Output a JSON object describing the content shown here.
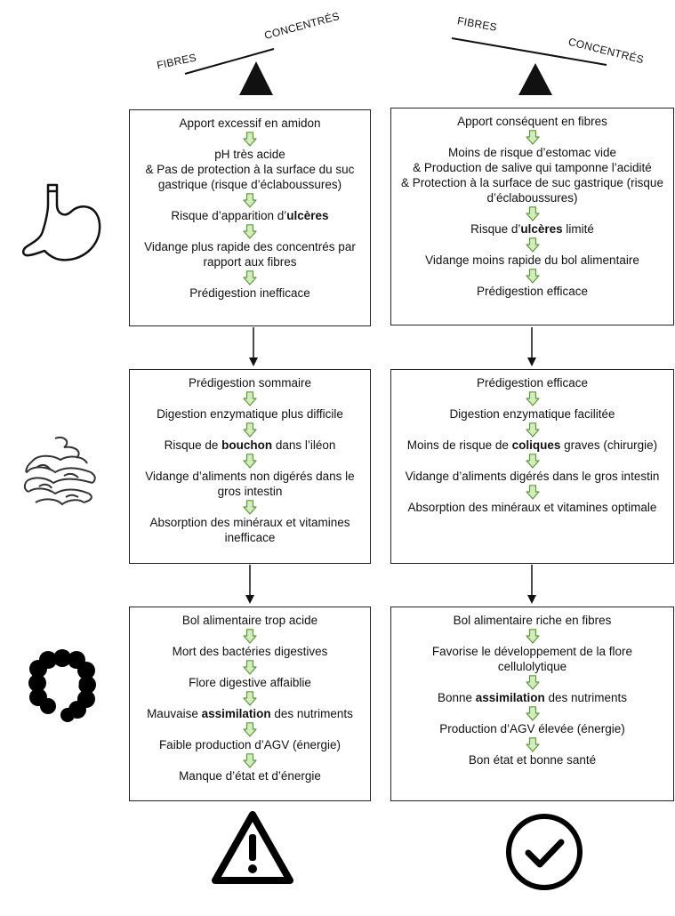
{
  "balance_left": {
    "label_low": "FIBRES",
    "label_high": "CONCENTRÉS"
  },
  "balance_right": {
    "label_high": "FIBRES",
    "label_low": "CONCENTRÉS"
  },
  "columns": {
    "left": {
      "stomach": [
        {
          "text": "Apport excessif en amidon"
        },
        {
          "text": "pH très acide\n& Pas de protection à la surface du suc gastrique (risque d’éclaboussures)"
        },
        {
          "pre": "Risque d’apparition d’",
          "bold": "ulcères",
          "post": ""
        },
        {
          "text": "Vidange plus rapide des concentrés par rapport aux fibres"
        },
        {
          "text": "Prédigestion inefficace"
        }
      ],
      "intestine": [
        {
          "text": "Prédigestion sommaire"
        },
        {
          "text": "Digestion enzymatique plus difficile"
        },
        {
          "pre": "Risque de ",
          "bold": "bouchon",
          "post": " dans l’iléon"
        },
        {
          "text": "Vidange d’aliments non digérés dans le gros intestin"
        },
        {
          "text": "Absorption des minéraux et vitamines inefficace"
        }
      ],
      "colon": [
        {
          "text": "Bol alimentaire trop acide"
        },
        {
          "text": "Mort des bactéries digestives"
        },
        {
          "text": "Flore digestive affaiblie"
        },
        {
          "pre": "Mauvaise ",
          "bold": "assimilation",
          "post": " des nutriments"
        },
        {
          "text": "Faible production d’AGV (énergie)"
        },
        {
          "text": "Manque d’état et d’énergie"
        }
      ]
    },
    "right": {
      "stomach": [
        {
          "text": "Apport conséquent en fibres"
        },
        {
          "text": "Moins de risque d’estomac vide\n& Production de salive qui tamponne l’acidité\n& Protection à la surface de suc gastrique (risque d’éclaboussures)"
        },
        {
          "pre": "Risque d’",
          "bold": "ulcères",
          "post": " limité"
        },
        {
          "text": "Vidange moins rapide du bol alimentaire"
        },
        {
          "text": "Prédigestion efficace"
        }
      ],
      "intestine": [
        {
          "text": "Prédigestion efficace"
        },
        {
          "text": "Digestion enzymatique facilitée"
        },
        {
          "pre": "Moins de risque de ",
          "bold": "coliques",
          "post": " graves (chirurgie)"
        },
        {
          "text": "Vidange d’aliments digérés dans le gros intestin"
        },
        {
          "text": "Absorption des minéraux et vitamines optimale"
        }
      ],
      "colon": [
        {
          "text": "Bol alimentaire riche en fibres"
        },
        {
          "text": "Favorise le développement de la flore cellulolytique"
        },
        {
          "pre": "Bonne ",
          "bold": "assimilation",
          "post": " des nutriments"
        },
        {
          "text": "Production d’AGV élevée (énergie)"
        },
        {
          "text": "Bon état et bonne santé"
        }
      ]
    }
  },
  "icons": {
    "stomach": "stomach-icon",
    "intestine": "small-intestine-icon",
    "colon": "large-intestine-icon",
    "warning": "warning-icon",
    "check": "check-circle-icon"
  },
  "colors": {
    "green_arrow_fill": "#d3ecbd",
    "green_arrow_stroke": "#5c9a3a",
    "line": "#111111"
  }
}
